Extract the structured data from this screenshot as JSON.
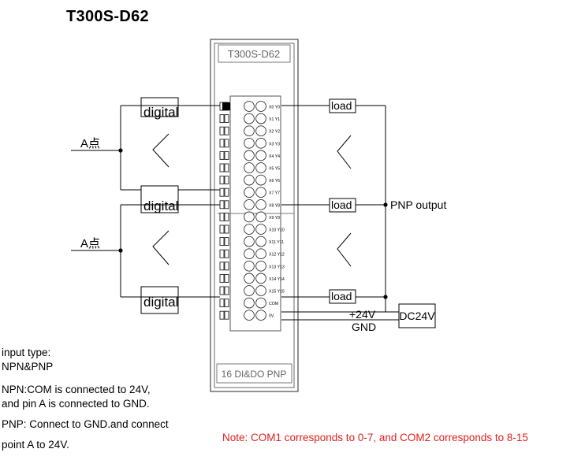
{
  "title": "T300S-D62",
  "module": {
    "header_label": "T300S-D62",
    "footer_label": "16 DI&DO PNP",
    "pins": [
      "X0",
      "X1",
      "X2",
      "X3",
      "X4",
      "X5",
      "X6",
      "X7",
      "X8",
      "X9",
      "X10",
      "X11",
      "X12",
      "X13",
      "X14",
      "X15"
    ],
    "outputs": [
      "Y0",
      "Y1",
      "Y2",
      "Y3",
      "Y4",
      "Y5",
      "Y6",
      "Y7",
      "Y8",
      "Y9",
      "Y10",
      "Y11",
      "Y12",
      "Y13",
      "Y14",
      "Y15"
    ],
    "power_pins": [
      "COM",
      "0V"
    ]
  },
  "diagram": {
    "sensor_label": "digital",
    "point_label": "A点",
    "load_label": "load",
    "pnp_output_label": "PNP output",
    "plus24_label": "+24V",
    "gnd_label": "GND",
    "supply_label": "DC24V"
  },
  "caption": {
    "line1": "input type:\nNPN&PNP",
    "line2": "NPN:COM is connected to 24V,\nand pin A is connected to GND.",
    "line3": "PNP: Connect to GND.and connect",
    "line4": "point A to 24V."
  },
  "note": "Note: COM1 corresponds to 0-7, and COM2 corresponds to 8-15"
}
